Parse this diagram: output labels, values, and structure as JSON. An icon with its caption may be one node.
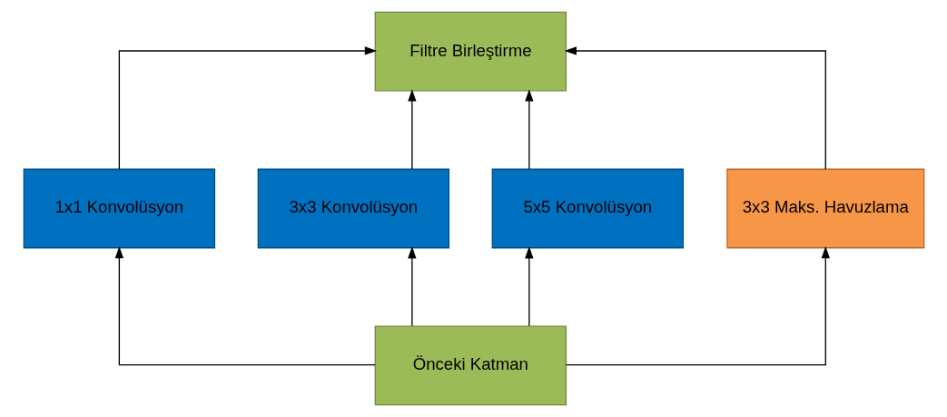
{
  "diagram": {
    "nodes": [
      {
        "text": [
          "Filtre Birleştirme"
        ]
      },
      {
        "text": [
          "1x1 Konvolüsyon"
        ]
      },
      {
        "text": [
          "3x3 Konvolüsyon"
        ]
      },
      {
        "text": [
          "5x5 Konvolüsyon"
        ]
      },
      {
        "text": [
          "3x3 Maks. Havuzlama"
        ]
      },
      {
        "text": [
          "Önceki Katman"
        ]
      }
    ],
    "edges": [
      {
        "from": 1,
        "to": 0,
        "arrow": "to"
      },
      {
        "from": 2,
        "to": 0,
        "arrow": "to"
      },
      {
        "from": 3,
        "to": 0,
        "arrow": "to"
      },
      {
        "from": 4,
        "to": 0,
        "arrow": "to"
      },
      {
        "from": 5,
        "to": 1,
        "arrow": "to"
      },
      {
        "from": 5,
        "to": 2,
        "arrow": "to"
      },
      {
        "from": 5,
        "to": 3,
        "arrow": "to"
      },
      {
        "from": 5,
        "to": 4,
        "arrow": "to"
      }
    ]
  }
}
